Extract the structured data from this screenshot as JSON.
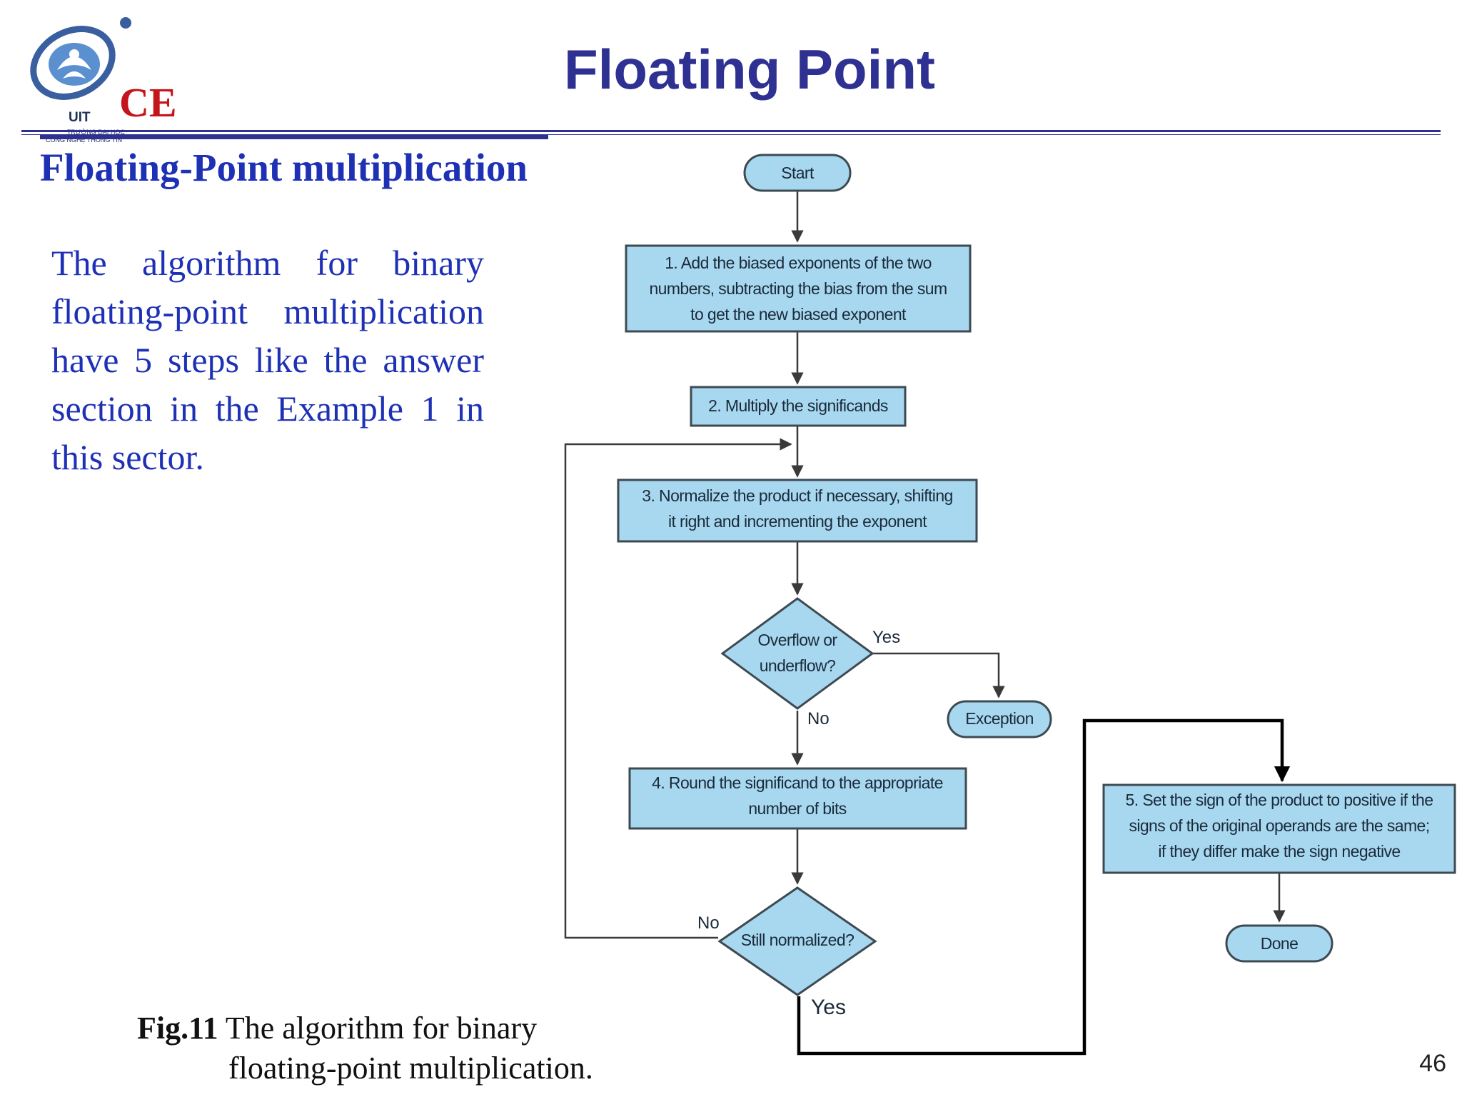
{
  "header": {
    "title": "Floating Point",
    "logo": {
      "main": "CE",
      "abbr": "UIT",
      "sub1": "TRƯỜNG ĐẠI HỌC",
      "sub2": "CÔNG NGHỆ THÔNG TIN"
    }
  },
  "subtitle": "Floating-Point multiplication",
  "body_text": "The algorithm for binary floating-point multiplication have 5 steps like the answer section in the Example 1 in this sector.",
  "flowchart": {
    "start": "Start",
    "step1": [
      "1.  Add the biased exponents of the two",
      "numbers, subtracting the bias from the sum",
      "to get the new biased exponent"
    ],
    "step2": "2. Multiply the significands",
    "step3": [
      "3. Normalize the product if necessary, shifting",
      "it right and incrementing the exponent"
    ],
    "decision1": [
      "Overflow or",
      "underflow?"
    ],
    "yes1": "Yes",
    "no1": "No",
    "exception": "Exception",
    "step4": [
      "4. Round the significand to the appropriate",
      "number of bits"
    ],
    "decision2": "Still normalized?",
    "no2": "No",
    "yes2": "Yes",
    "step5": [
      "5. Set the sign of the product to positive if the",
      "signs of the original operands are the same;",
      "if they differ make the sign negative"
    ],
    "done": "Done"
  },
  "caption": {
    "label": "Fig.11",
    "line1": " The algorithm for binary",
    "line2": "floating-point multiplication."
  },
  "page_number": "46",
  "colors": {
    "title": "#2e3192",
    "text": "#1e31b5",
    "box_fill": "#a8d8ef",
    "box_stroke": "#3e4a52",
    "logo_ce": "#c4151c"
  }
}
